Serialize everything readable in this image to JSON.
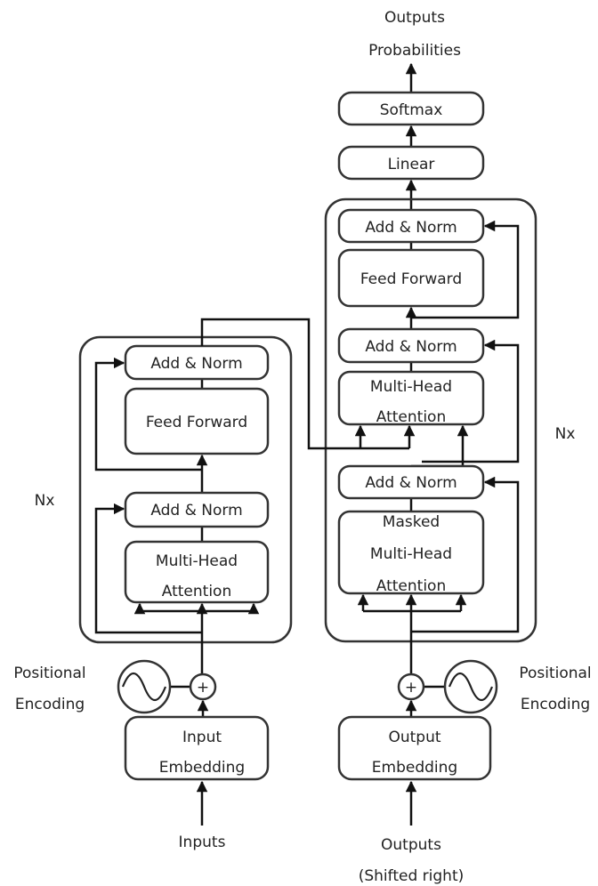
{
  "encoder": {
    "add_norm_top": "Add & Norm",
    "feed_forward": "Feed Forward",
    "add_norm_bottom": "Add & Norm",
    "mha_line1": "Multi-Head",
    "mha_line2": "Attention",
    "nx": "Nx",
    "embedding_line1": "Input",
    "embedding_line2": "Embedding",
    "input_label": "Inputs",
    "pos_line1": "Positional",
    "pos_line2": "Encoding"
  },
  "decoder": {
    "add_norm_top": "Add & Norm",
    "feed_forward": "Feed Forward",
    "add_norm_mid": "Add & Norm",
    "mha_line1": "Multi-Head",
    "mha_line2": "Attention",
    "add_norm_bottom": "Add & Norm",
    "masked_line1": "Masked",
    "masked_line2": "Multi-Head",
    "masked_line3": "Attention",
    "nx": "Nx",
    "embedding_line1": "Output",
    "embedding_line2": "Embedding",
    "input_line1": "Outputs",
    "input_line2": "(Shifted right)",
    "pos_line1": "Positional",
    "pos_line2": "Encoding"
  },
  "head": {
    "linear": "Linear",
    "softmax": "Softmax",
    "output_line1": "Outputs",
    "output_line2": "Probabilities"
  },
  "plus_symbol": "+"
}
